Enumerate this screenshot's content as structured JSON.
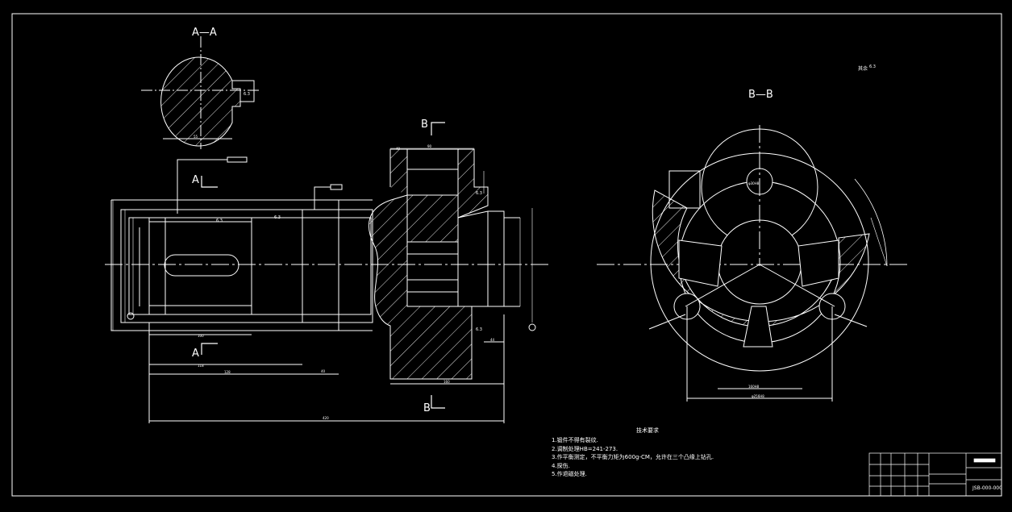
{
  "drawing": {
    "section_aa_label": "A—A",
    "section_bb_label": "B—B",
    "cut_a_top": "A",
    "cut_a_bottom": "A",
    "cut_b_top": "B",
    "cut_b_bottom": "B",
    "roughness_note": "其余",
    "roughness_value": "6.3"
  },
  "notes": {
    "title": "技术要求",
    "items": [
      "1.锻件不得有裂纹.",
      "2.调制处理HB=241-273.",
      "3.作平衡测定，不平衡力矩为600g-CM，允许在三个凸缘上钻孔.",
      "4.探伤.",
      "5.作退磁处理."
    ]
  },
  "title_block": {
    "drawing_number": "JSB-000-000"
  },
  "colors": {
    "background": "#000000",
    "line": "#ffffff"
  }
}
